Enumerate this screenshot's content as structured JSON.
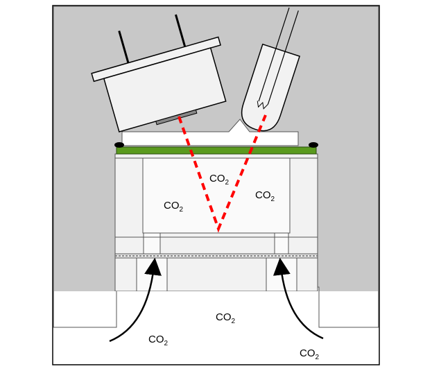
{
  "labels": {
    "chamber_center": {
      "main": "CO",
      "sub": "2"
    },
    "chamber_left": {
      "main": "CO",
      "sub": "2"
    },
    "chamber_right": {
      "main": "CO",
      "sub": "2"
    },
    "inlet_center": {
      "main": "CO",
      "sub": "2"
    },
    "inlet_left": {
      "main": "CO",
      "sub": "2"
    },
    "inlet_right": {
      "main": "CO",
      "sub": "2"
    }
  },
  "colors": {
    "housing": "#c8c8c8",
    "chamber": "#f2f2f2",
    "seal": "#5a9a1e",
    "beam": "#ff0000",
    "outline": "#000000"
  },
  "icons": {
    "emitter": "lamp-icon",
    "detector": "sensor-icon",
    "arrows": "curved-arrow-icon"
  }
}
